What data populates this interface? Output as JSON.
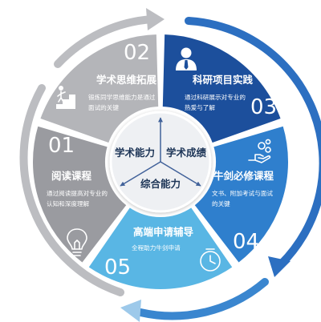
{
  "center": {
    "labels": [
      "学术能力",
      "学术成绩",
      "综合能力"
    ]
  },
  "segments": [
    {
      "number": "01",
      "title": "阅读课程",
      "desc": [
        "通过阅读提高对专业的",
        "认知和深度理解"
      ],
      "icon": "lightbulb-icon"
    },
    {
      "number": "02",
      "title": "学术思维拓展",
      "desc": [
        "锻炼同学思维能力是通过",
        "面试的关键"
      ],
      "icon": "growth-stairs-icon"
    },
    {
      "number": "03",
      "title": "科研项目实践",
      "desc": [
        "通过科研展示对专业的",
        "热爱与了解"
      ],
      "icon": "professional-person-icon"
    },
    {
      "number": "04",
      "title": "牛剑必修课程",
      "desc": [
        "文书、附加考试与面试",
        "的关键"
      ],
      "icon": "hand-gears-icon"
    },
    {
      "number": "05",
      "title": "高端申请辅导",
      "desc": [
        "全程助力牛剑申请"
      ],
      "icon": "clock-icon"
    }
  ],
  "colors": {
    "seg01": "#9a9ba0",
    "seg02": "#b4b5b9",
    "seg03": "#1c4f9c",
    "seg04": "#2f7fcd",
    "seg05": "#59b6e4",
    "outer_ring_left": "#b8b9bd",
    "outer_ring_right": "#2c6fc1",
    "center_fill": "#eef0f3",
    "center_text": "#1d3557"
  }
}
